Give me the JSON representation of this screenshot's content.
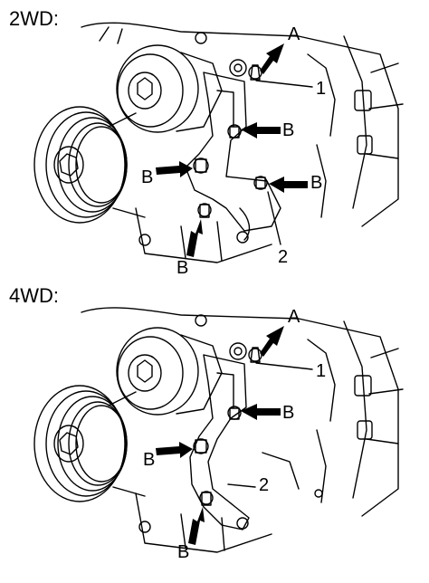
{
  "sections": [
    {
      "heading": "2WD:",
      "callouts": {
        "a": "A",
        "b1": "B",
        "b2": "B",
        "b3": "B",
        "b4": "B",
        "part1": "1",
        "part2": "2"
      }
    },
    {
      "heading": "4WD:",
      "callouts": {
        "a": "A",
        "b1": "B",
        "b2": "B",
        "b3": "B",
        "part1": "1",
        "part2": "2"
      }
    }
  ]
}
